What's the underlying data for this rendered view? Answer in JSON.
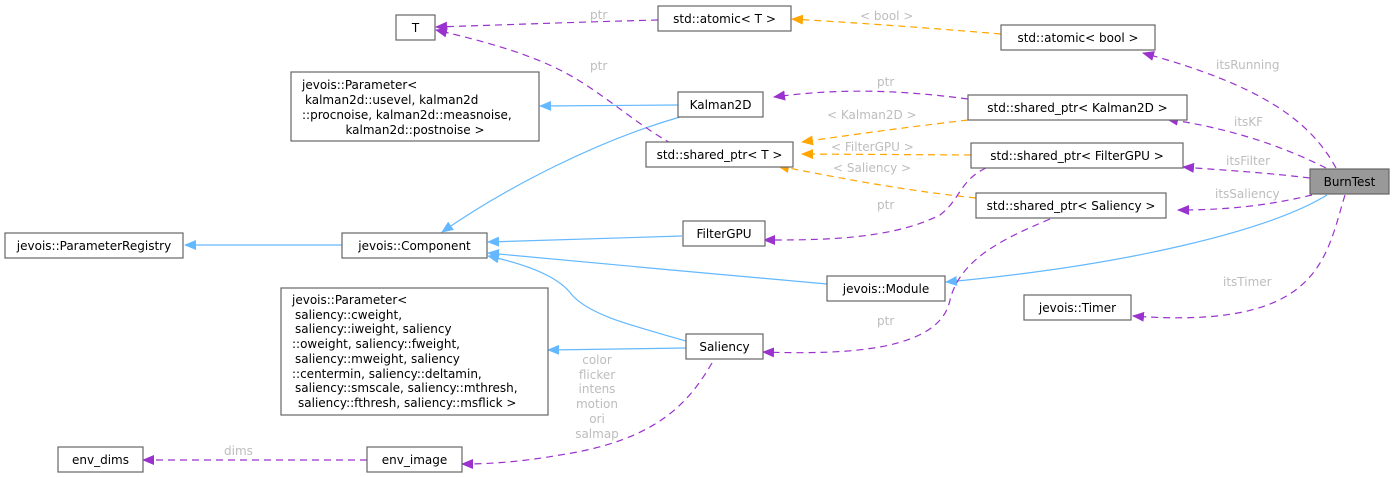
{
  "diagram": {
    "title": "BurnTest collaboration graph",
    "colors": {
      "inheritance": "#63b8ff",
      "usage": "#9a32cd",
      "template": "#ffa500",
      "root_fill": "#999999",
      "label": "#bdbdbd"
    },
    "nodes": {
      "burntest": "BurnTest",
      "t": "T",
      "atomic_t": "std::atomic< T >",
      "atomic_bool": "std::atomic< bool >",
      "kalman_param": [
        "jevois::Parameter<",
        " kalman2d::usevel, kalman2d",
        "::procnoise, kalman2d::measnoise,",
        "kalman2d::postnoise >"
      ],
      "kalman2d": "Kalman2D",
      "sp_kalman": "std::shared_ptr< Kalman2D >",
      "sp_t": "std::shared_ptr< T >",
      "sp_filter": "std::shared_ptr< FilterGPU >",
      "sp_saliency": "std::shared_ptr< Saliency >",
      "param_registry": "jevois::ParameterRegistry",
      "component": "jevois::Component",
      "filtergpu": "FilterGPU",
      "module": "jevois::Module",
      "timer": "jevois::Timer",
      "saliency_param": [
        "jevois::Parameter<",
        " saliency::cweight,",
        " saliency::iweight, saliency",
        "::oweight, saliency::fweight,",
        " saliency::mweight, saliency",
        "::centermin, saliency::deltamin,",
        " saliency::smscale, saliency::mthresh,",
        " saliency::fthresh, saliency::msflick >"
      ],
      "saliency": "Saliency",
      "env_dims": "env_dims",
      "env_image": "env_image"
    },
    "edge_labels": {
      "t_atomic_ptr": "ptr",
      "t_sp_ptr": "ptr",
      "atomic_bool_tmpl": "< bool >",
      "kalman_ptr": "ptr",
      "kalman_tmpl": "< Kalman2D >",
      "filter_tmpl": "< FilterGPU >",
      "saliency_tmpl": "< Saliency >",
      "filter_ptr": "ptr",
      "saliency_ptr": "ptr",
      "its_running": "itsRunning",
      "its_kf": "itsKF",
      "its_filter": "itsFilter",
      "its_saliency": "itsSaliency",
      "its_timer": "itsTimer",
      "dims": "dims",
      "env_image_members": [
        "color",
        "flicker",
        "intens",
        "motion",
        "ori",
        "salmap"
      ]
    }
  }
}
